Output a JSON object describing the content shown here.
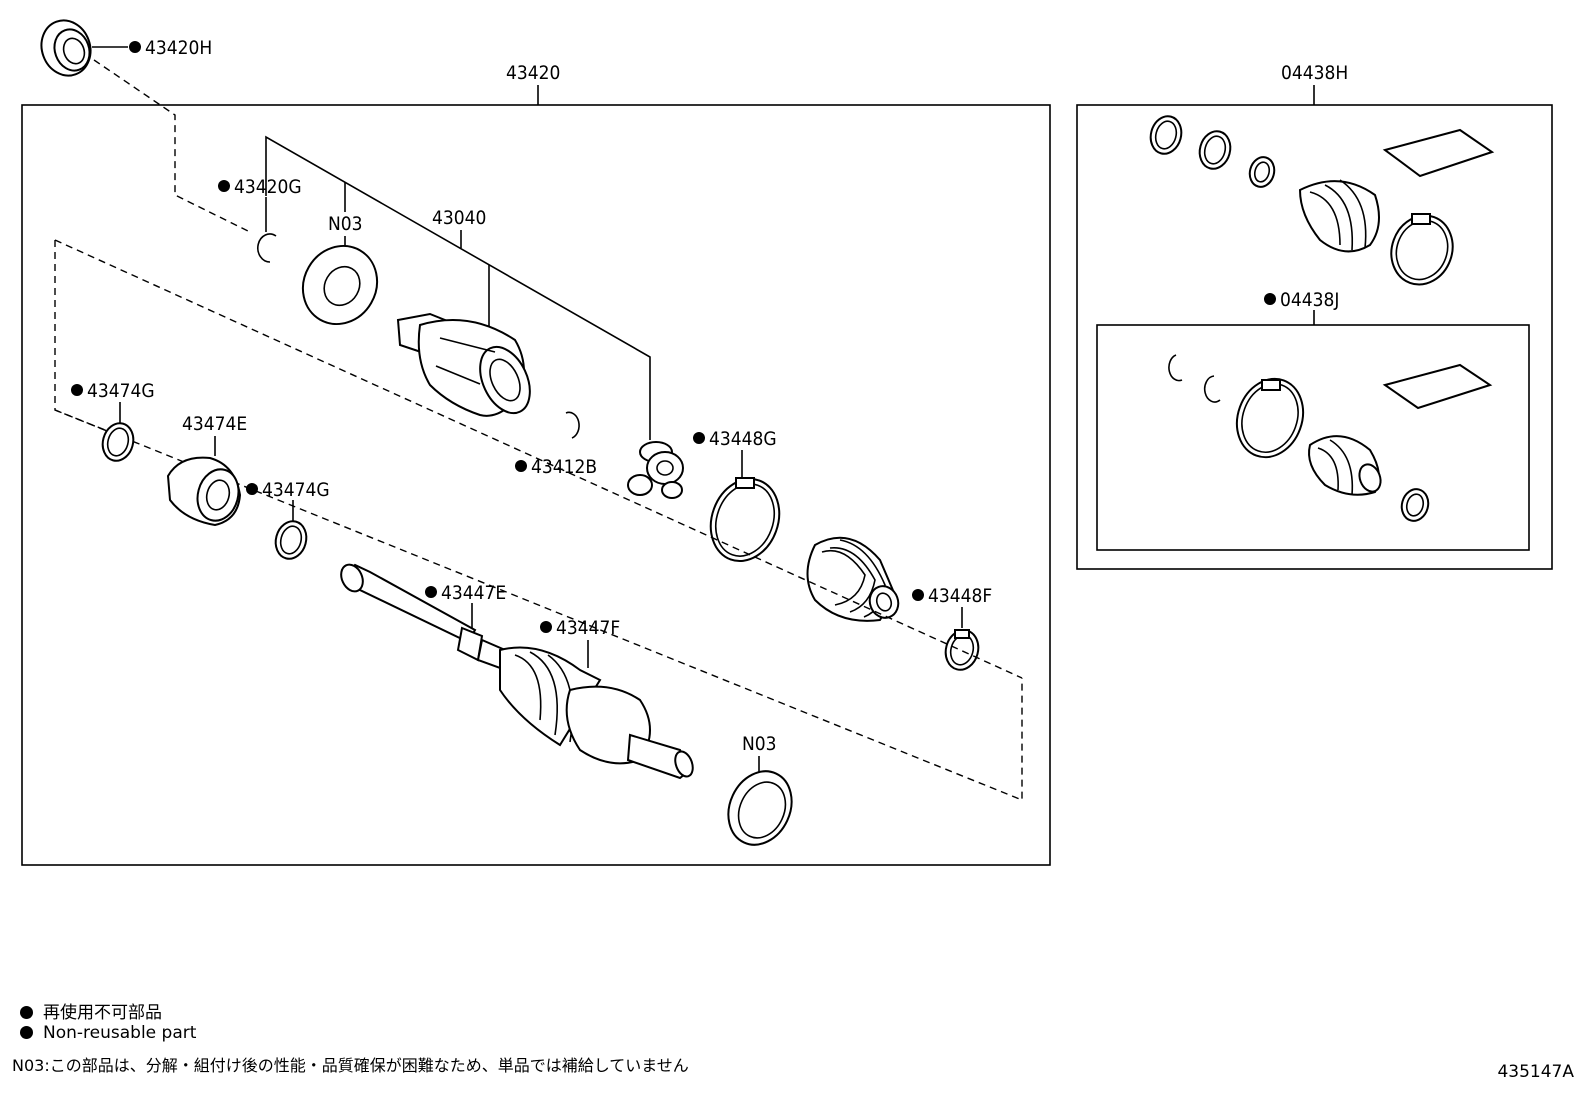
{
  "parts": {
    "p43420H": "43420H",
    "p43420": "43420",
    "p04438H": "04438H",
    "p43420G": "43420G",
    "pN03a": "N03",
    "p43040": "43040",
    "p43474Ga": "43474G",
    "p43474E": "43474E",
    "p43474Gb": "43474G",
    "p43412B": "43412B",
    "p43448G": "43448G",
    "p43447E": "43447E",
    "p43447F": "43447F",
    "p43448F": "43448F",
    "pN03b": "N03",
    "p04438J": "04438J"
  },
  "legend": {
    "line1": "再使用不可部品",
    "line2": "Non-reusable part",
    "line3": "N03:この部品は、分解・組付け後の性能・品質確保が困難なため、単品では補給していません"
  },
  "code": "435147A"
}
